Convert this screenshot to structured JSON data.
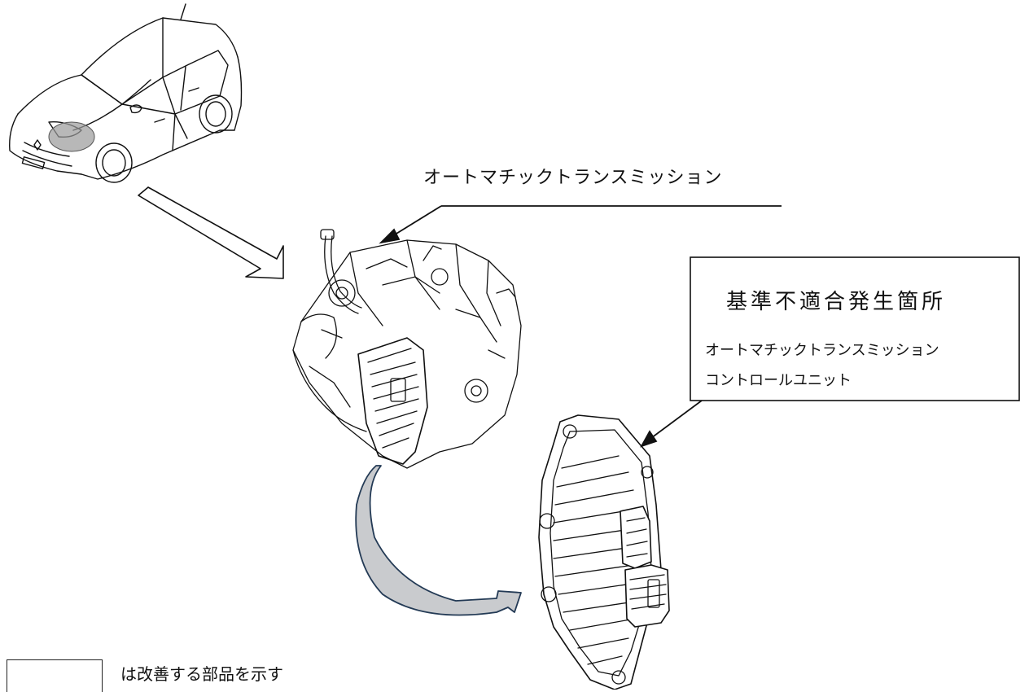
{
  "labels": {
    "transmission": "オートマチックトランスミッション",
    "nonconformity_site": "基準不適合発生箇所",
    "part_name_line1": "オートマチックトランスミッション",
    "part_name_line2": "コントロールユニット",
    "legend": "は改善する部品を示す"
  },
  "colors": {
    "line": "#111111",
    "curved_arrow_fill": "#c9cbce",
    "curved_arrow_stroke": "#233a55",
    "highlight": "#9a9a9a"
  },
  "icons": {
    "car": "car-illustration",
    "transmission": "transmission-illustration",
    "control_unit": "control-unit-illustration"
  }
}
